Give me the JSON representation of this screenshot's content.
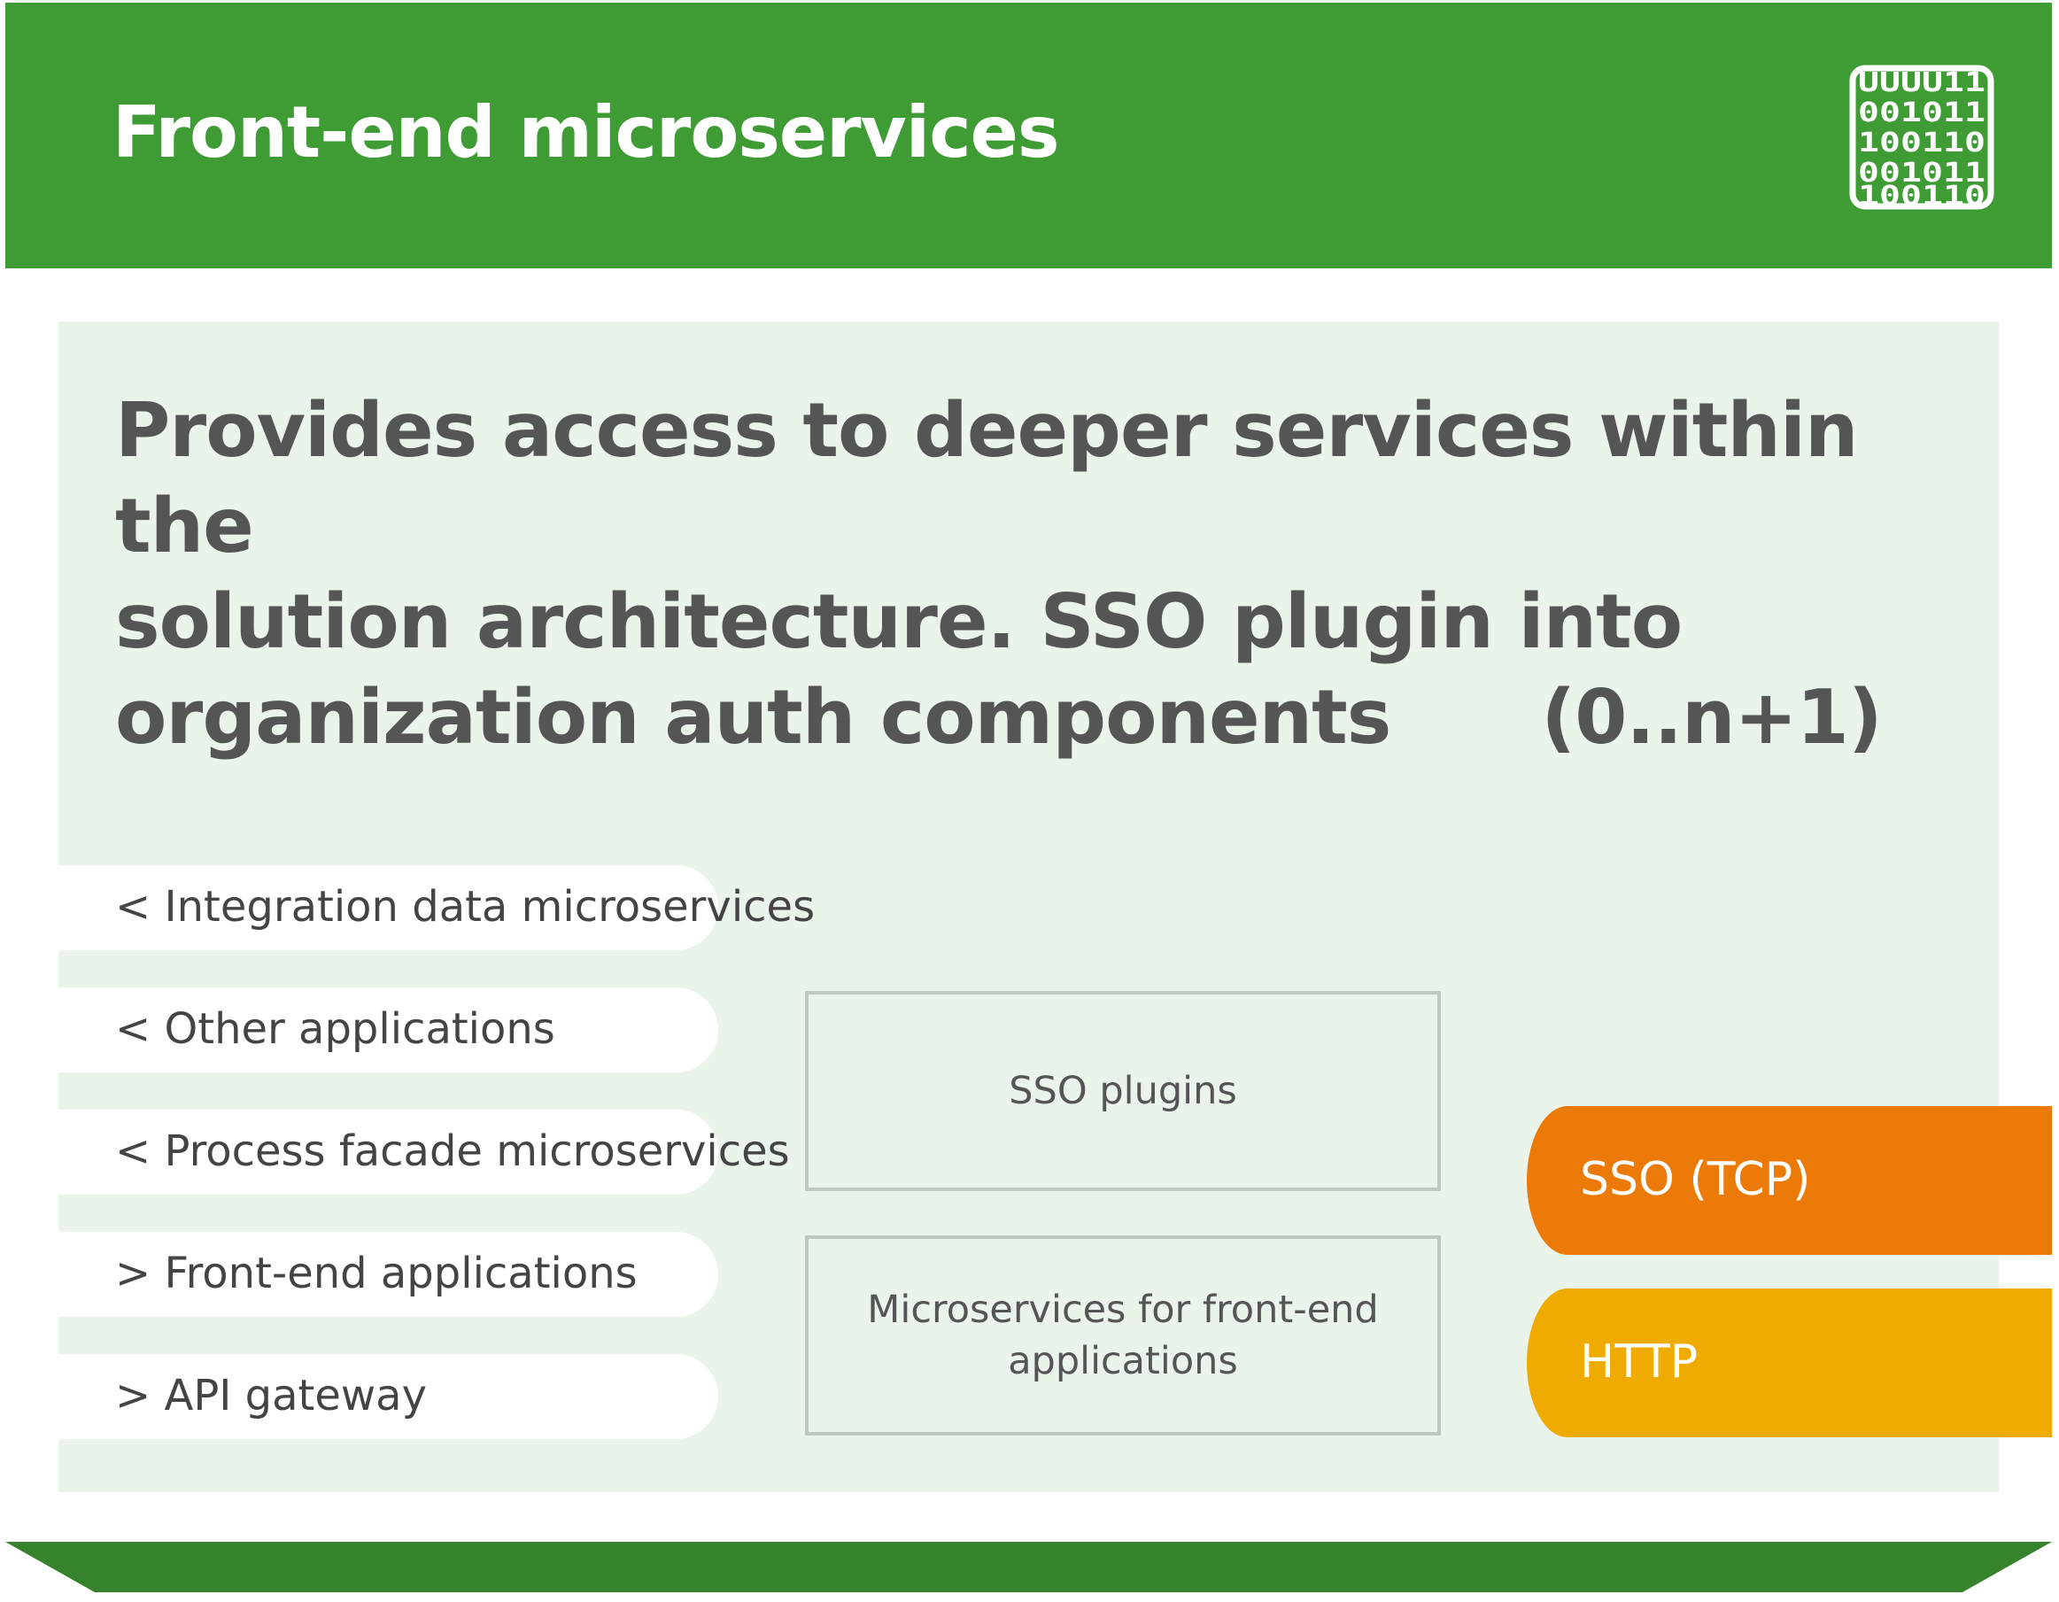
{
  "header": {
    "title": "Front-end microservices",
    "icon": "binary-code-icon",
    "icon_rows": [
      "UUUU11",
      "001011",
      "100110",
      "001011",
      "100110"
    ],
    "color": "#3f9c35"
  },
  "content": {
    "headline_line1": "Provides access to deeper services within the",
    "headline_line2": "solution architecture. SSO plugin into",
    "headline_line3": "organization auth components",
    "multiplicity": "(0..n+1)",
    "panel_color": "#eaf4ea"
  },
  "connections": [
    {
      "label": "< Integration data microservices"
    },
    {
      "label": "< Other applications"
    },
    {
      "label": "< Process facade microservices"
    },
    {
      "label": "> Front-end applications"
    },
    {
      "label": "> API gateway"
    }
  ],
  "components": [
    {
      "label": "SSO plugins"
    },
    {
      "label": "Microservices for front-end applications"
    }
  ],
  "protocols": [
    {
      "label": "SSO (TCP)",
      "color": "#ec7a08"
    },
    {
      "label": "HTTP",
      "color": "#f0ab00"
    }
  ],
  "footer": {
    "color": "#37822c"
  }
}
